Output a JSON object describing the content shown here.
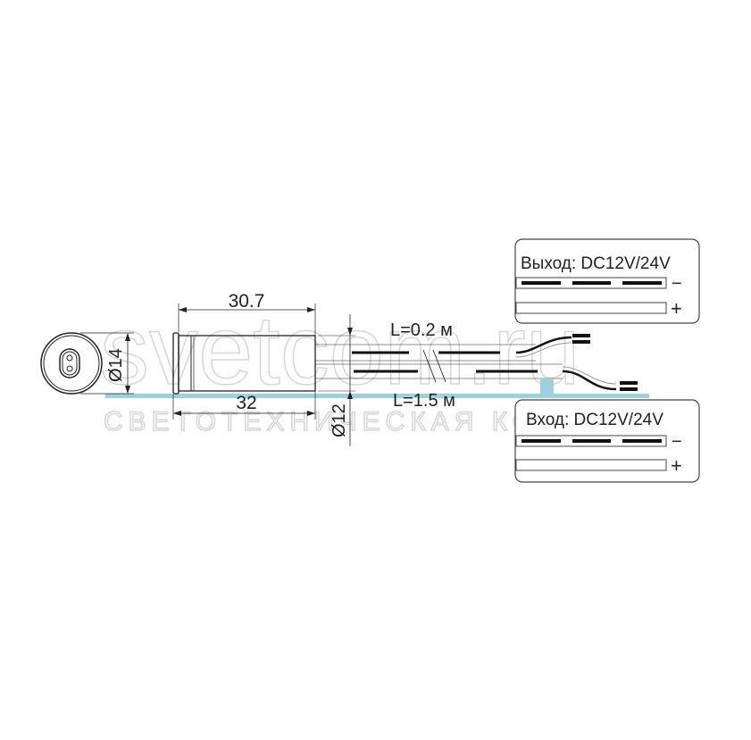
{
  "watermark": {
    "brand": "svetcom.ru",
    "tagline": "СВЕТОТЕХНИЧЕСКАЯ КОМПАНИЯ"
  },
  "dimensions": {
    "length_body": "30.7",
    "length_total": "32",
    "diameter_head": "Ø14",
    "diameter_body": "Ø12",
    "wire_short": "L=0.2 м",
    "wire_long": "L=1.5 м"
  },
  "output_box": {
    "title": "Выход: DC12V/24V",
    "minus": "−",
    "plus": "+"
  },
  "input_box": {
    "title": "Вход: DC12V/24V",
    "minus": "−",
    "plus": "+"
  },
  "colors": {
    "surface": "#9fd0de",
    "line": "#222222"
  }
}
